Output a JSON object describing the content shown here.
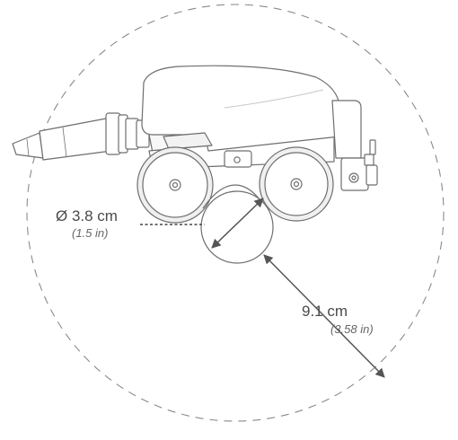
{
  "diagram": {
    "pipe_diameter": {
      "metric": "Ø 3.8 cm",
      "imperial": "(1.5 in)"
    },
    "turn_radius": {
      "metric": "9.1 cm",
      "imperial": "(3.58 in)"
    }
  },
  "colors": {
    "line": "#555555",
    "outline": "#6e6e6e",
    "fill": "#ffffff",
    "shade": "#f2f2f2",
    "text": "#4a4a4a"
  }
}
